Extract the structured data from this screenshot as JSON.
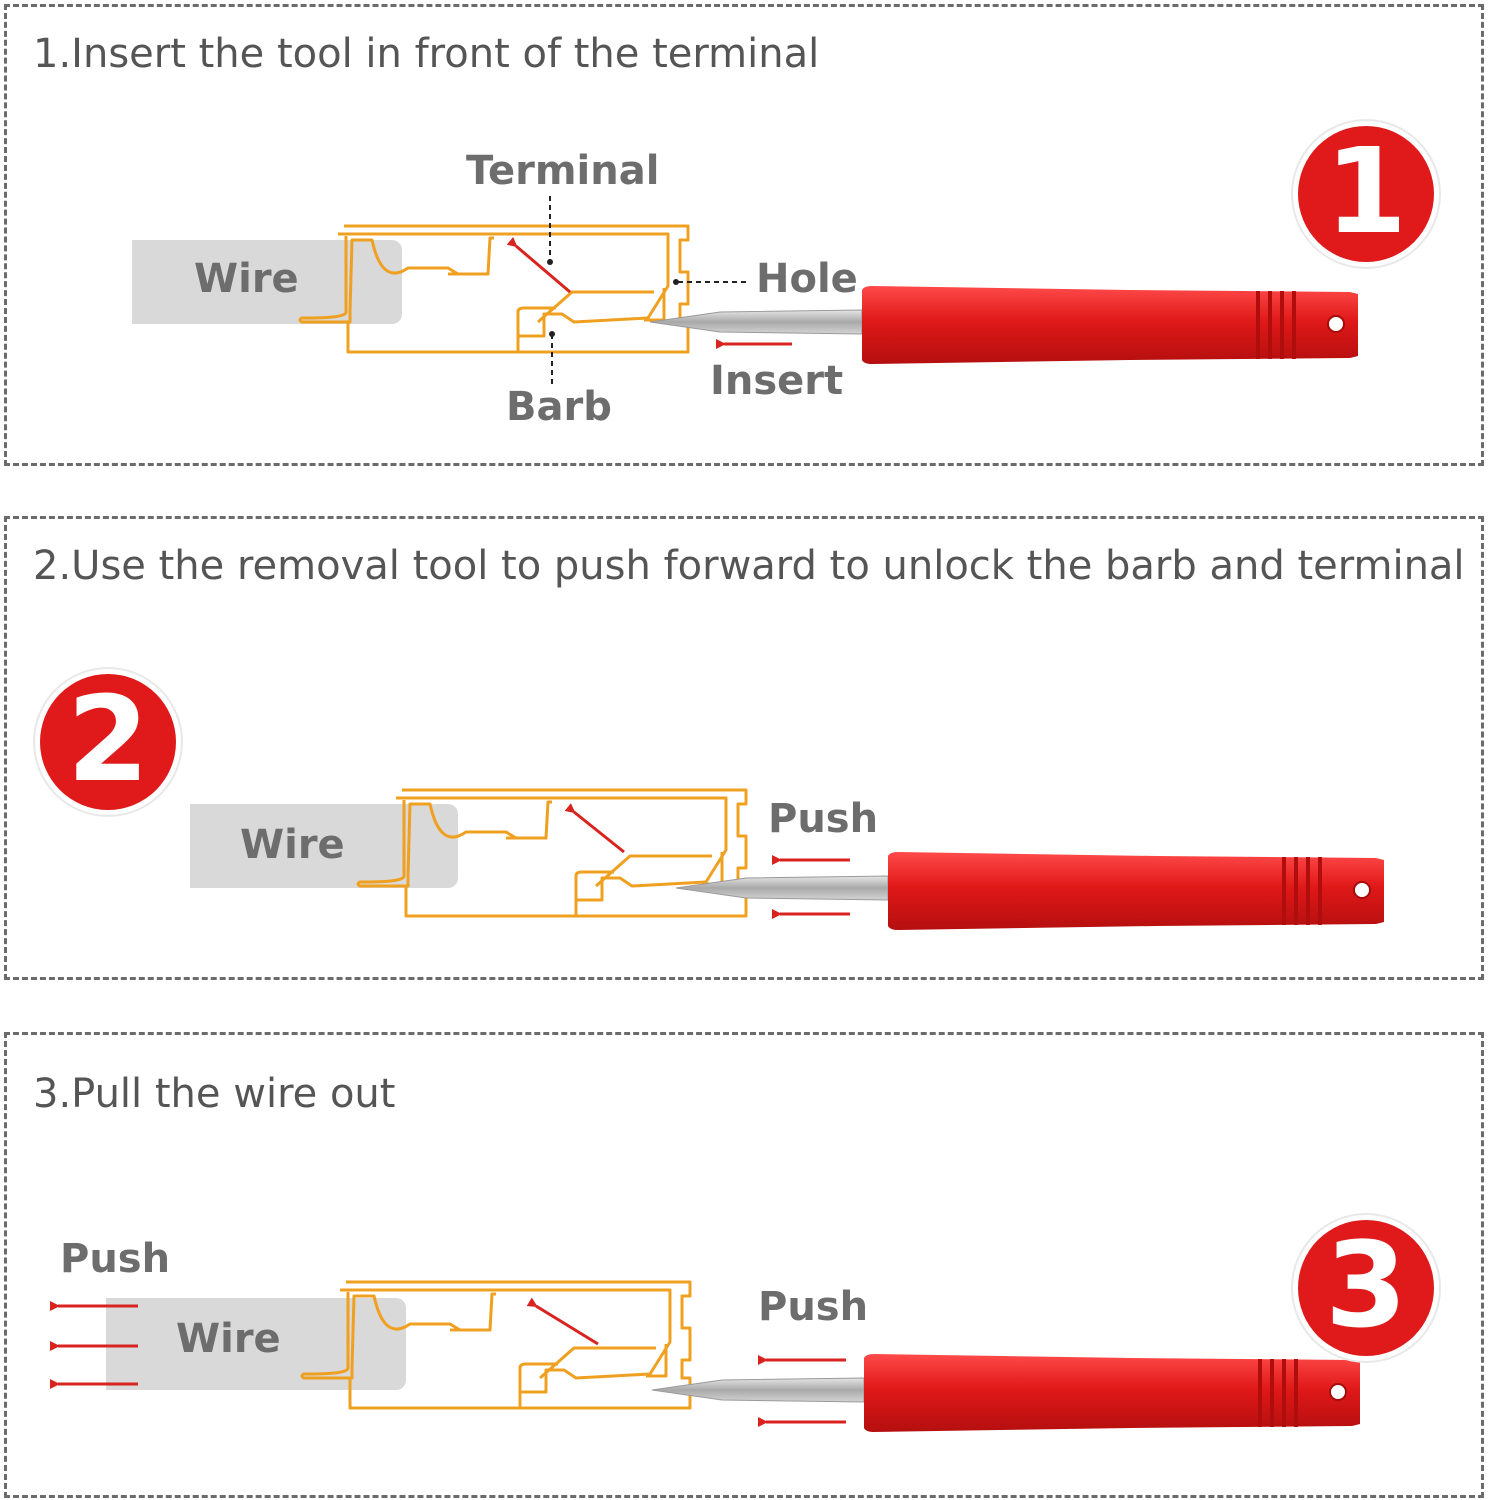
{
  "steps": [
    {
      "title": "1.Insert the tool in front of the terminal",
      "badge": "1",
      "labels": {
        "wire": "Wire",
        "terminal": "Terminal",
        "hole": "Hole",
        "barb": "Barb",
        "insert": "Insert"
      }
    },
    {
      "title": "2.Use the removal tool to push forward to unlock the barb and terminal",
      "badge": "2",
      "labels": {
        "wire": "Wire",
        "push": "Push"
      }
    },
    {
      "title": "3.Pull the wire out",
      "badge": "3",
      "labels": {
        "wire": "Wire",
        "push_left": "Push",
        "push_right": "Push"
      }
    }
  ],
  "colors": {
    "terminal_outline": "#f0a020",
    "tool_red": "#e32020",
    "arrow_red": "#d8231f",
    "wire_gray": "#d9d9d9",
    "border_gray": "#6b6b6b"
  }
}
